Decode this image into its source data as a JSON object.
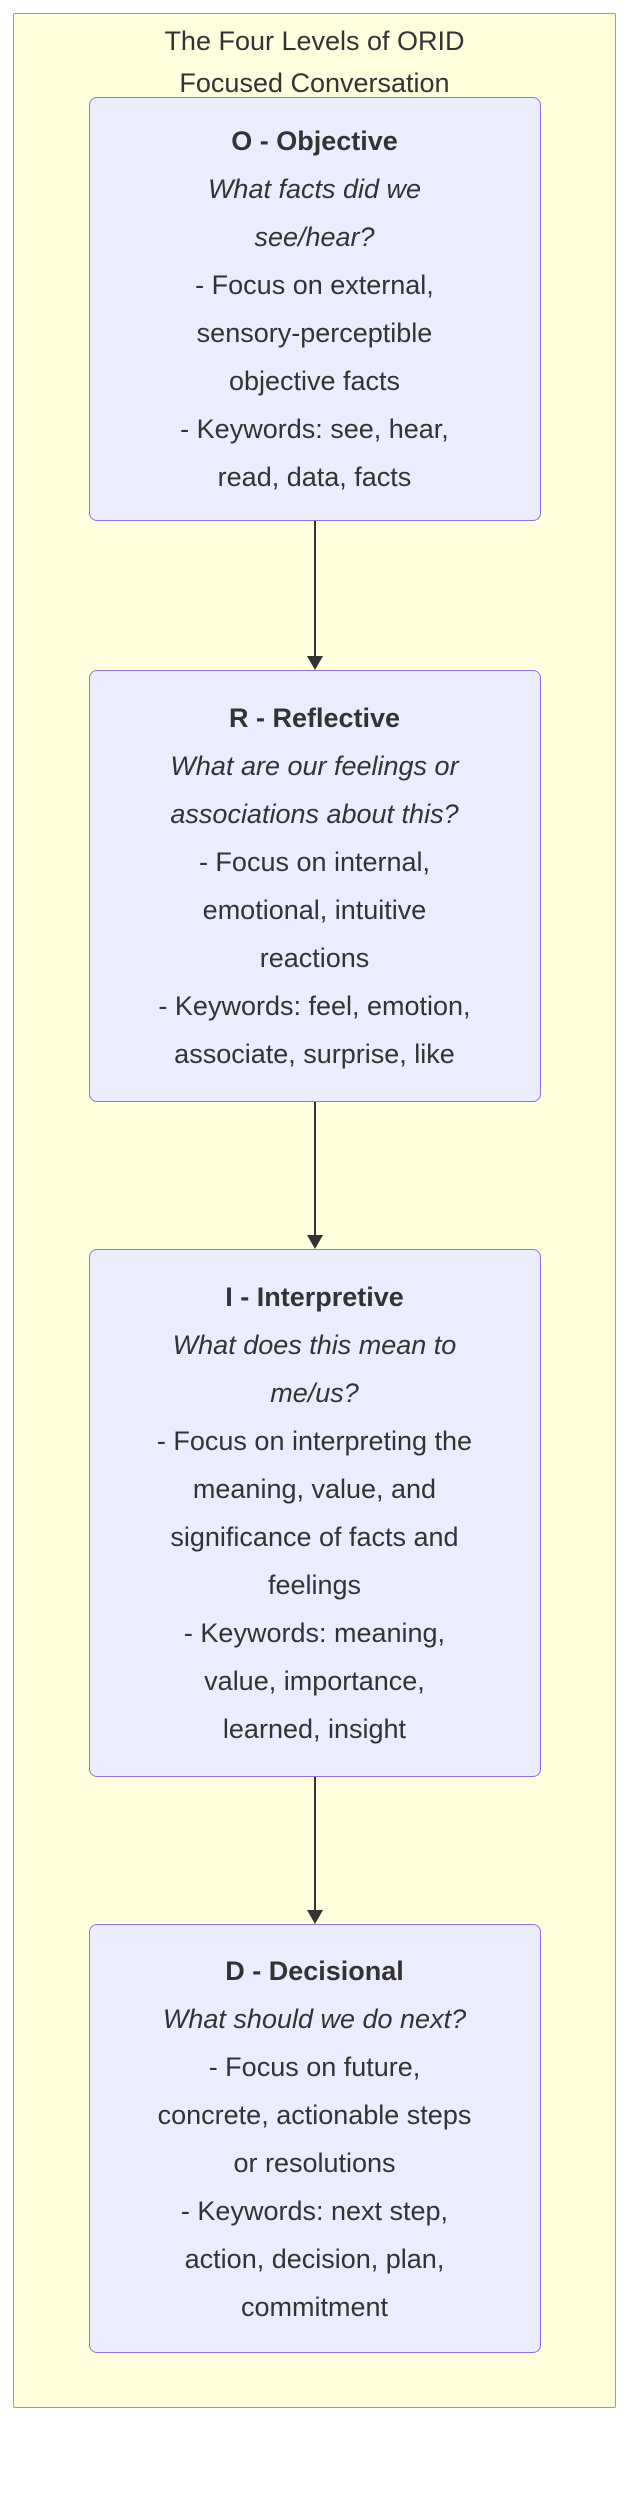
{
  "diagram": {
    "title_lines": [
      "The Four Levels of ORID",
      "Focused Conversation"
    ]
  },
  "colors": {
    "cluster-fill": "#ffffde",
    "cluster-border": "#aaaa33",
    "node-fill": "#ECECFF",
    "node-border": "#9370DB",
    "text": "#333333",
    "arrow": "#333333"
  },
  "boxes": [
    {
      "id": "objective",
      "heading": "O - Objective",
      "question_lines": [
        "What facts did we",
        "see/hear?"
      ],
      "detail_lines": [
        "- Focus on external,",
        "sensory-perceptible",
        "objective facts",
        "- Keywords: see, hear,",
        "read, data, facts"
      ]
    },
    {
      "id": "reflective",
      "heading": "R - Reflective",
      "question_lines": [
        "What are our feelings or",
        "associations about this?"
      ],
      "detail_lines": [
        "- Focus on internal,",
        "emotional, intuitive",
        "reactions",
        "- Keywords: feel, emotion,",
        "associate, surprise, like"
      ]
    },
    {
      "id": "interpretive",
      "heading": "I - Interpretive",
      "question_lines": [
        "What does this mean to",
        "me/us?"
      ],
      "detail_lines": [
        "- Focus on interpreting the",
        "meaning, value, and",
        "significance of facts and",
        "feelings",
        "- Keywords: meaning,",
        "value, importance,",
        "learned, insight"
      ]
    },
    {
      "id": "decisional",
      "heading": "D - Decisional",
      "question_lines": [
        "What should we do next?"
      ],
      "detail_lines": [
        "- Focus on future,",
        "concrete, actionable steps",
        "or resolutions",
        "- Keywords: next step,",
        "action, decision, plan,",
        "commitment"
      ]
    }
  ]
}
